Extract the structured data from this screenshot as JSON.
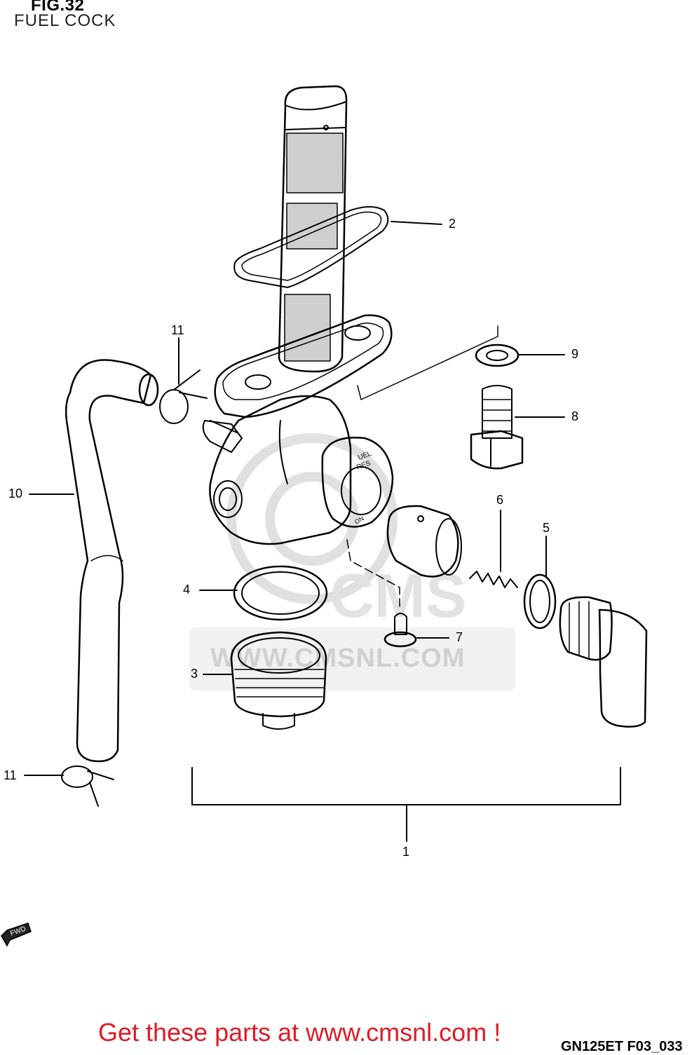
{
  "figure": {
    "title": "FIG.32",
    "subtitle": "FUEL COCK"
  },
  "callouts": {
    "c1": "1",
    "c2": "2",
    "c3": "3",
    "c4": "4",
    "c5": "5",
    "c6": "6",
    "c7": "7",
    "c8": "8",
    "c9": "9",
    "c10": "10",
    "c11_top": "11",
    "c11_bottom": "11"
  },
  "part_marks": {
    "lever_upper": "UEL",
    "lever_lower": "RES",
    "on_mark": "ON"
  },
  "watermark": {
    "text": "WWW.CMSNL.COM",
    "logo": "CMS"
  },
  "fwd_icon": {
    "label": "FWD",
    "icon": "fwd-arrow-icon"
  },
  "footer": {
    "link_text": "Get these parts at www.cmsnl.com !",
    "drawing_code": "GN125ET F03_033"
  },
  "colors": {
    "link": "#e01b24",
    "line": "#000000",
    "watermark": "#e6e6e6"
  }
}
